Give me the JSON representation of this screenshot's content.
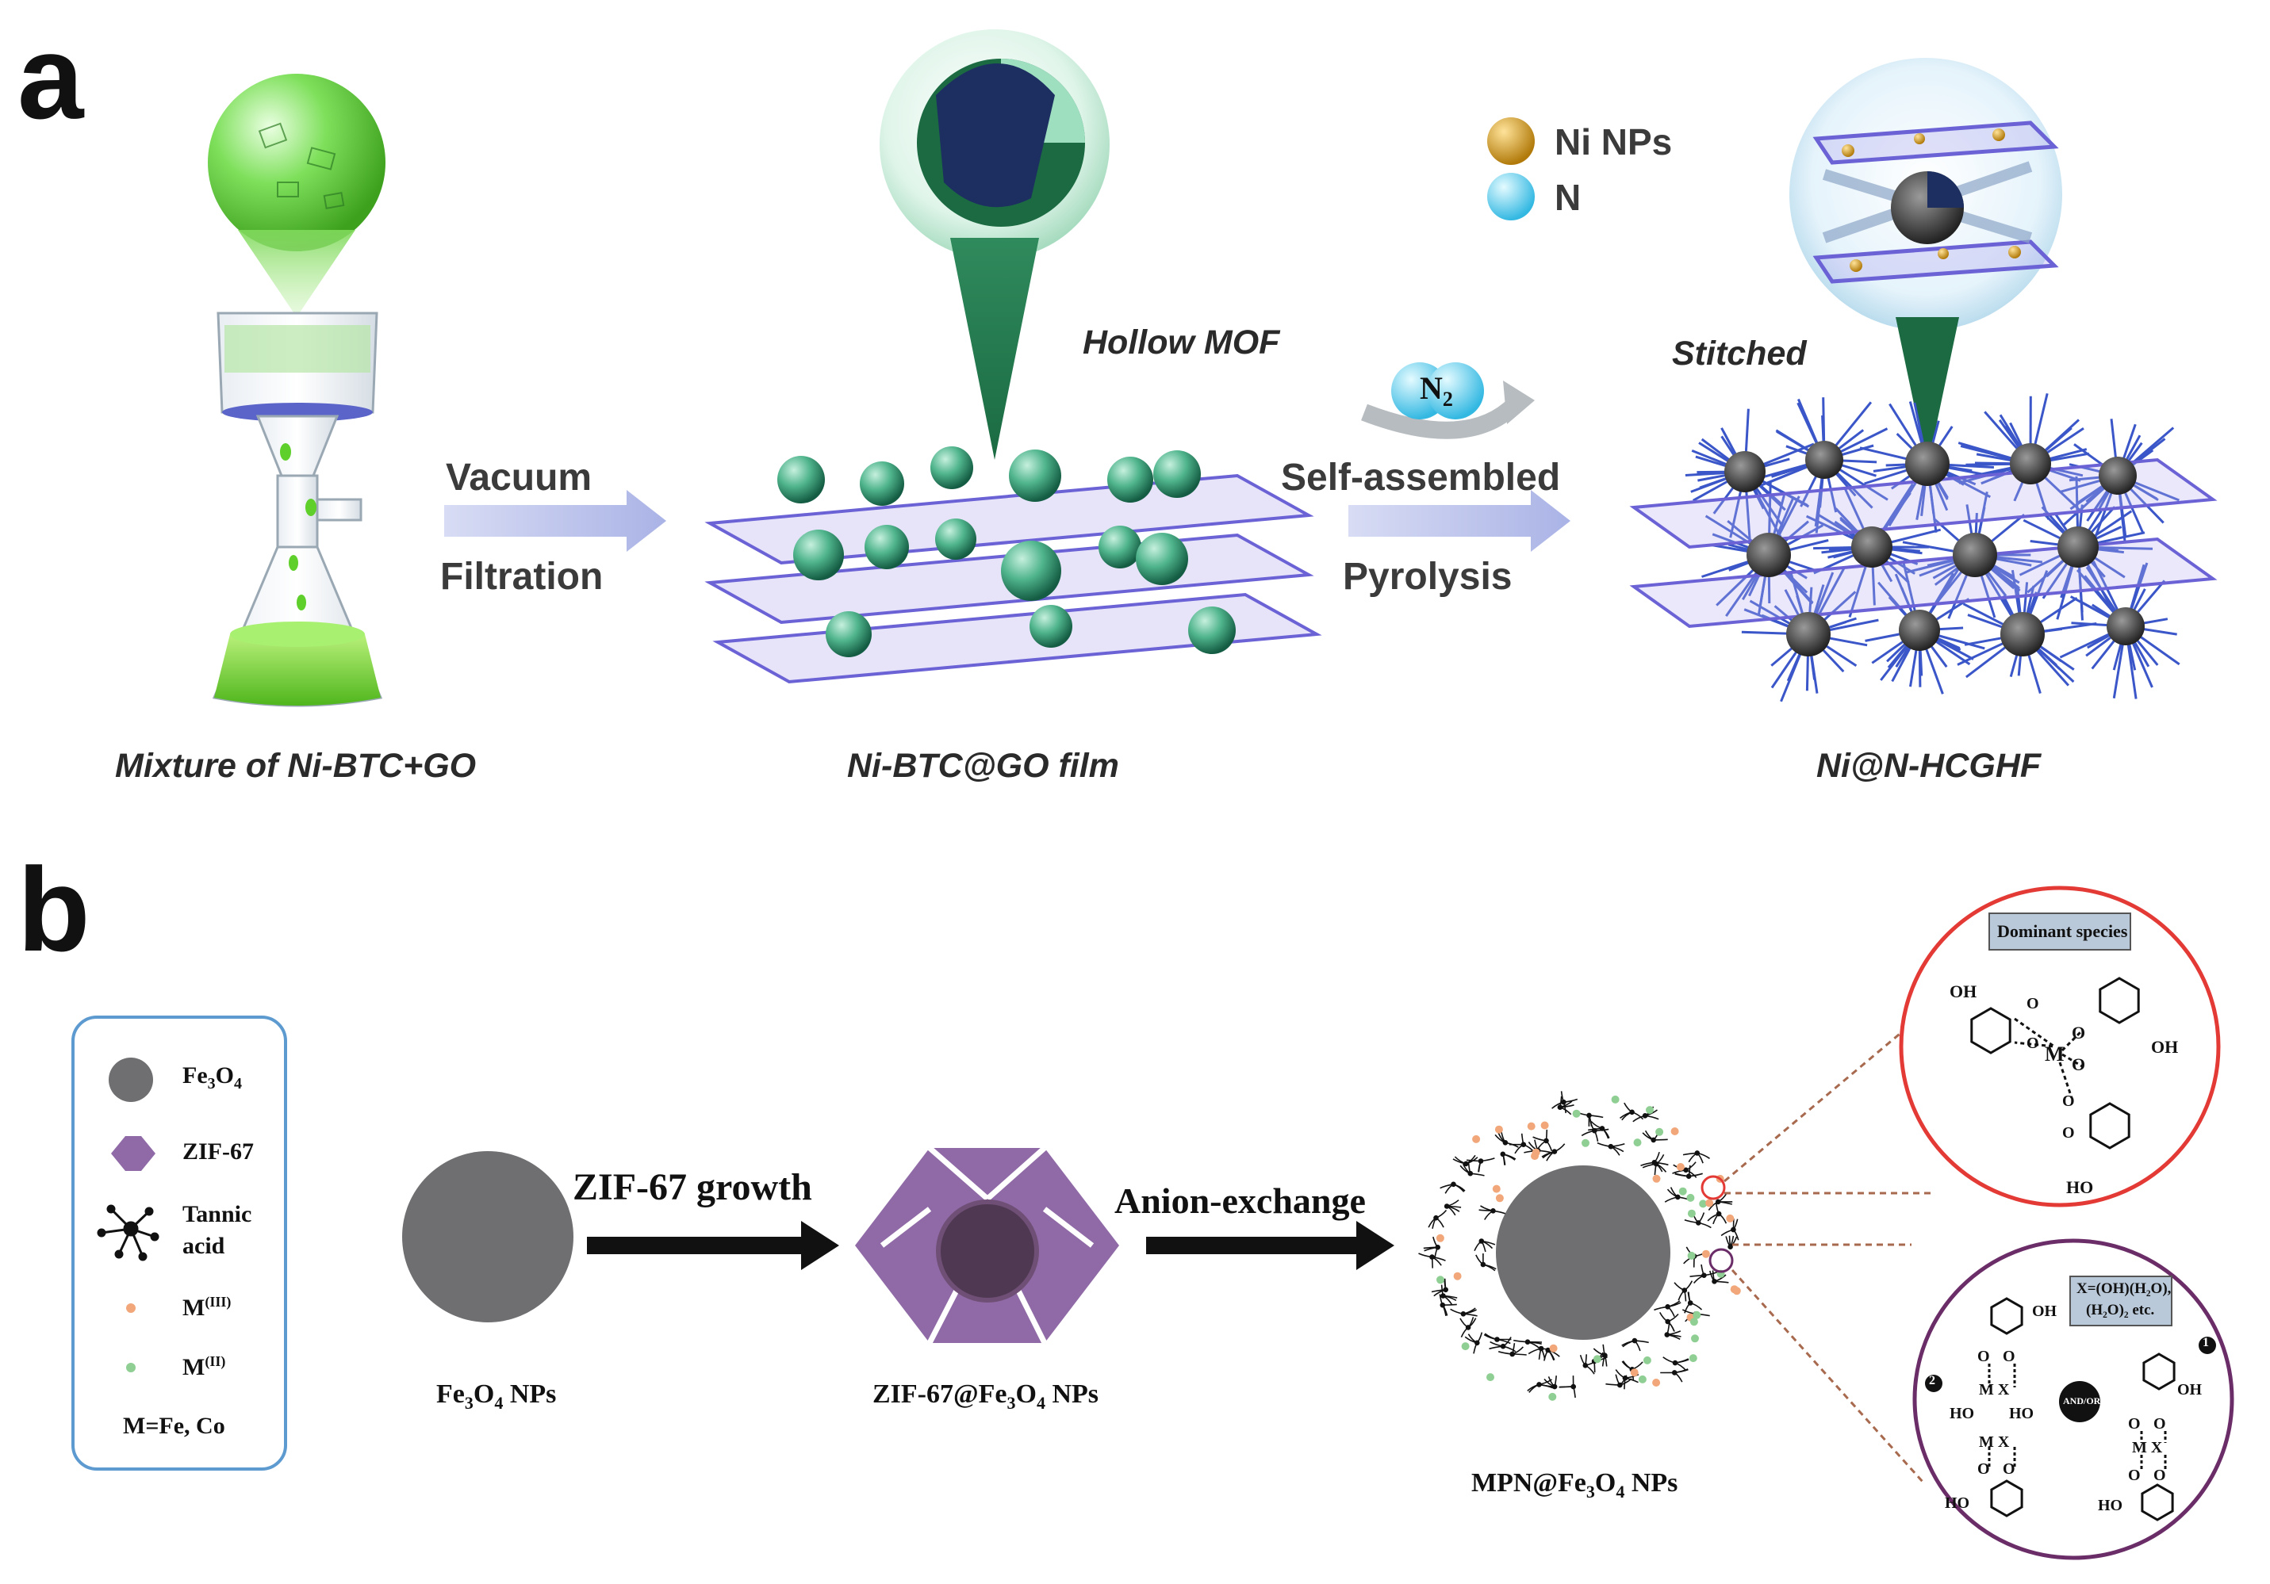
{
  "panel_a": {
    "label": "a",
    "legend": [
      {
        "name": "Ni NPs",
        "color": "#d8a21c"
      },
      {
        "name": "N",
        "color": "#5fd3f1"
      }
    ],
    "hollow_label": "Hollow MOF",
    "stitched_label": "Stitched",
    "n2_label": "N",
    "n2_subscript": "2",
    "step1_top": "Vacuum",
    "step1_bottom": "Filtration",
    "step2_top": "Self-assembled",
    "step2_bottom": "Pyrolysis",
    "caption1": "Mixture of Ni-BTC+GO",
    "caption2": "Ni-BTC@GO film",
    "caption3": "Ni@N-HCGHF"
  },
  "panel_b": {
    "label": "b",
    "legend": {
      "fe3o4": {
        "base": "Fe",
        "s1": "3",
        "mid": "O",
        "s2": "4"
      },
      "zif67": "ZIF-67",
      "tannic": "Tannic\nacid",
      "m3": {
        "base": "M",
        "sup": "(III)"
      },
      "m2": {
        "base": "M",
        "sup": "(II)"
      },
      "metal": "M=Fe, Co"
    },
    "arrow1": "ZIF-67 growth",
    "arrow2": "Anion-exchange",
    "caption1": {
      "base": "Fe",
      "s1": "3",
      "mid": "O",
      "s2": "4",
      "tail": " NPs"
    },
    "caption2": {
      "pre": "ZIF-67@Fe",
      "s1": "3",
      "mid": "O",
      "s2": "4",
      "tail": " NPs"
    },
    "caption3": {
      "pre": "MPN@Fe",
      "s1": "3",
      "mid": "O",
      "s2": "4",
      "tail": " NPs"
    },
    "zoom_top_title": "Dominant species",
    "zoom_top_metal": "M",
    "zoom_bottom_note_line1": "X=(OH)(H₂O),",
    "zoom_bottom_note_line2": "(H₂O)₂ etc.",
    "zoom_bottom_andor": "AND/OR",
    "zoom_bottom_num1": "1",
    "zoom_bottom_num2": "2",
    "chem_oh": "OH",
    "chem_ho": "HO",
    "chem_o": "O",
    "chem_mx": "M X"
  },
  "colors": {
    "gray_np": "#6f6f71",
    "zif_purple": "#8f6aa6",
    "m3_dot": "#f2a77a",
    "m2_dot": "#8fcf93",
    "legend_border": "#5d9ad0",
    "zoom_top_ring": "#e33a36",
    "zoom_bottom_ring": "#6b2d68",
    "green_liquid": "#6ad02e",
    "graphene_blue": "#6b62d6",
    "fiber_blue": "#3a56c8",
    "arrow_lavender": "#b9c0e8"
  }
}
